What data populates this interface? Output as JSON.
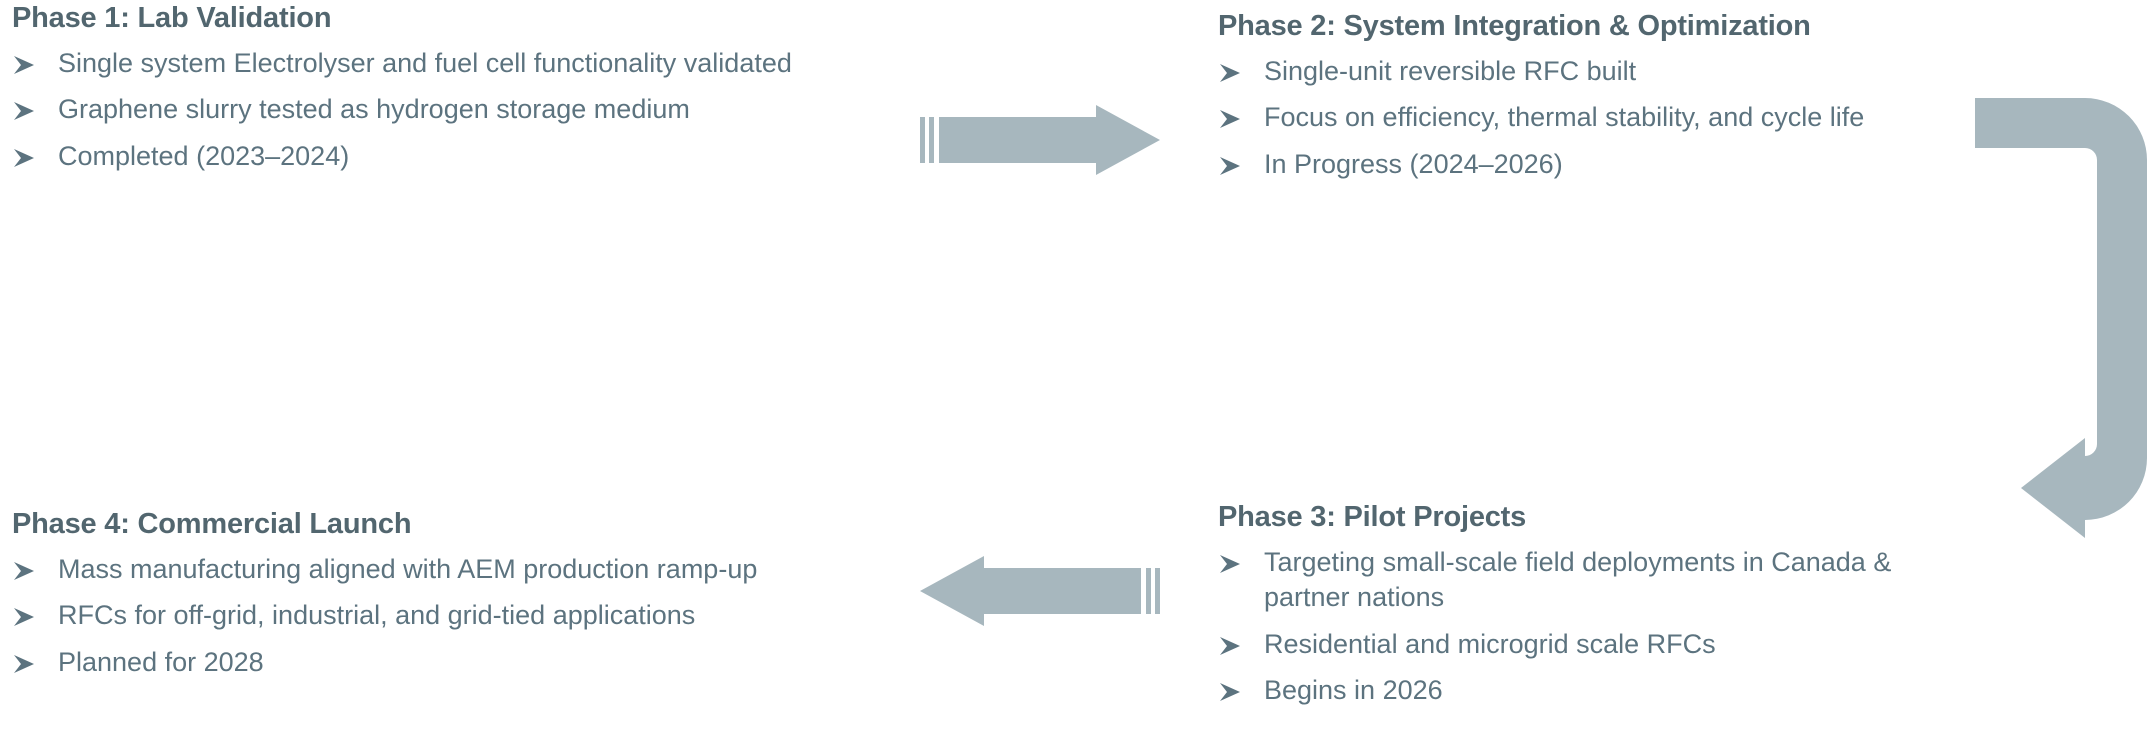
{
  "theme": {
    "heading_color": "#52666f",
    "body_color": "#5c737f",
    "arrow_color": "#a7b7be",
    "background": "#ffffff"
  },
  "diagram": {
    "type": "cycle-flow",
    "bullet_glyph": "arrowhead-bullet",
    "phases": [
      {
        "id": "phase-1",
        "title": "Phase 1: Lab Validation",
        "bullets": [
          "Single system Electrolyser and fuel cell functionality validated",
          "Graphene slurry tested as hydrogen storage medium",
          "Completed (2023–2024)"
        ]
      },
      {
        "id": "phase-2",
        "title": "Phase 2: System Integration & Optimization",
        "bullets": [
          "Single-unit reversible RFC built",
          "Focus on efficiency, thermal stability, and cycle life",
          "In Progress (2024–2026)"
        ]
      },
      {
        "id": "phase-3",
        "title": "Phase 3: Pilot Projects",
        "bullets": [
          "Targeting small-scale field deployments in Canada & partner nations",
          "Residential and microgrid scale RFCs",
          "Begins in 2026"
        ]
      },
      {
        "id": "phase-4",
        "title": "Phase 4: Commercial Launch",
        "bullets": [
          "Mass manufacturing aligned with AEM production ramp-up",
          "RFCs for off-grid, industrial, and grid-tied applications",
          "Planned for 2028"
        ]
      }
    ],
    "connectors": [
      {
        "id": "arrow-phase1-to-phase2",
        "direction": "right",
        "icon": "right-arrow-icon"
      },
      {
        "id": "arrow-phase2-to-phase3",
        "direction": "down",
        "icon": "curved-down-left-arrow-icon"
      },
      {
        "id": "arrow-phase3-to-phase4",
        "direction": "left",
        "icon": "left-arrow-icon"
      }
    ]
  }
}
